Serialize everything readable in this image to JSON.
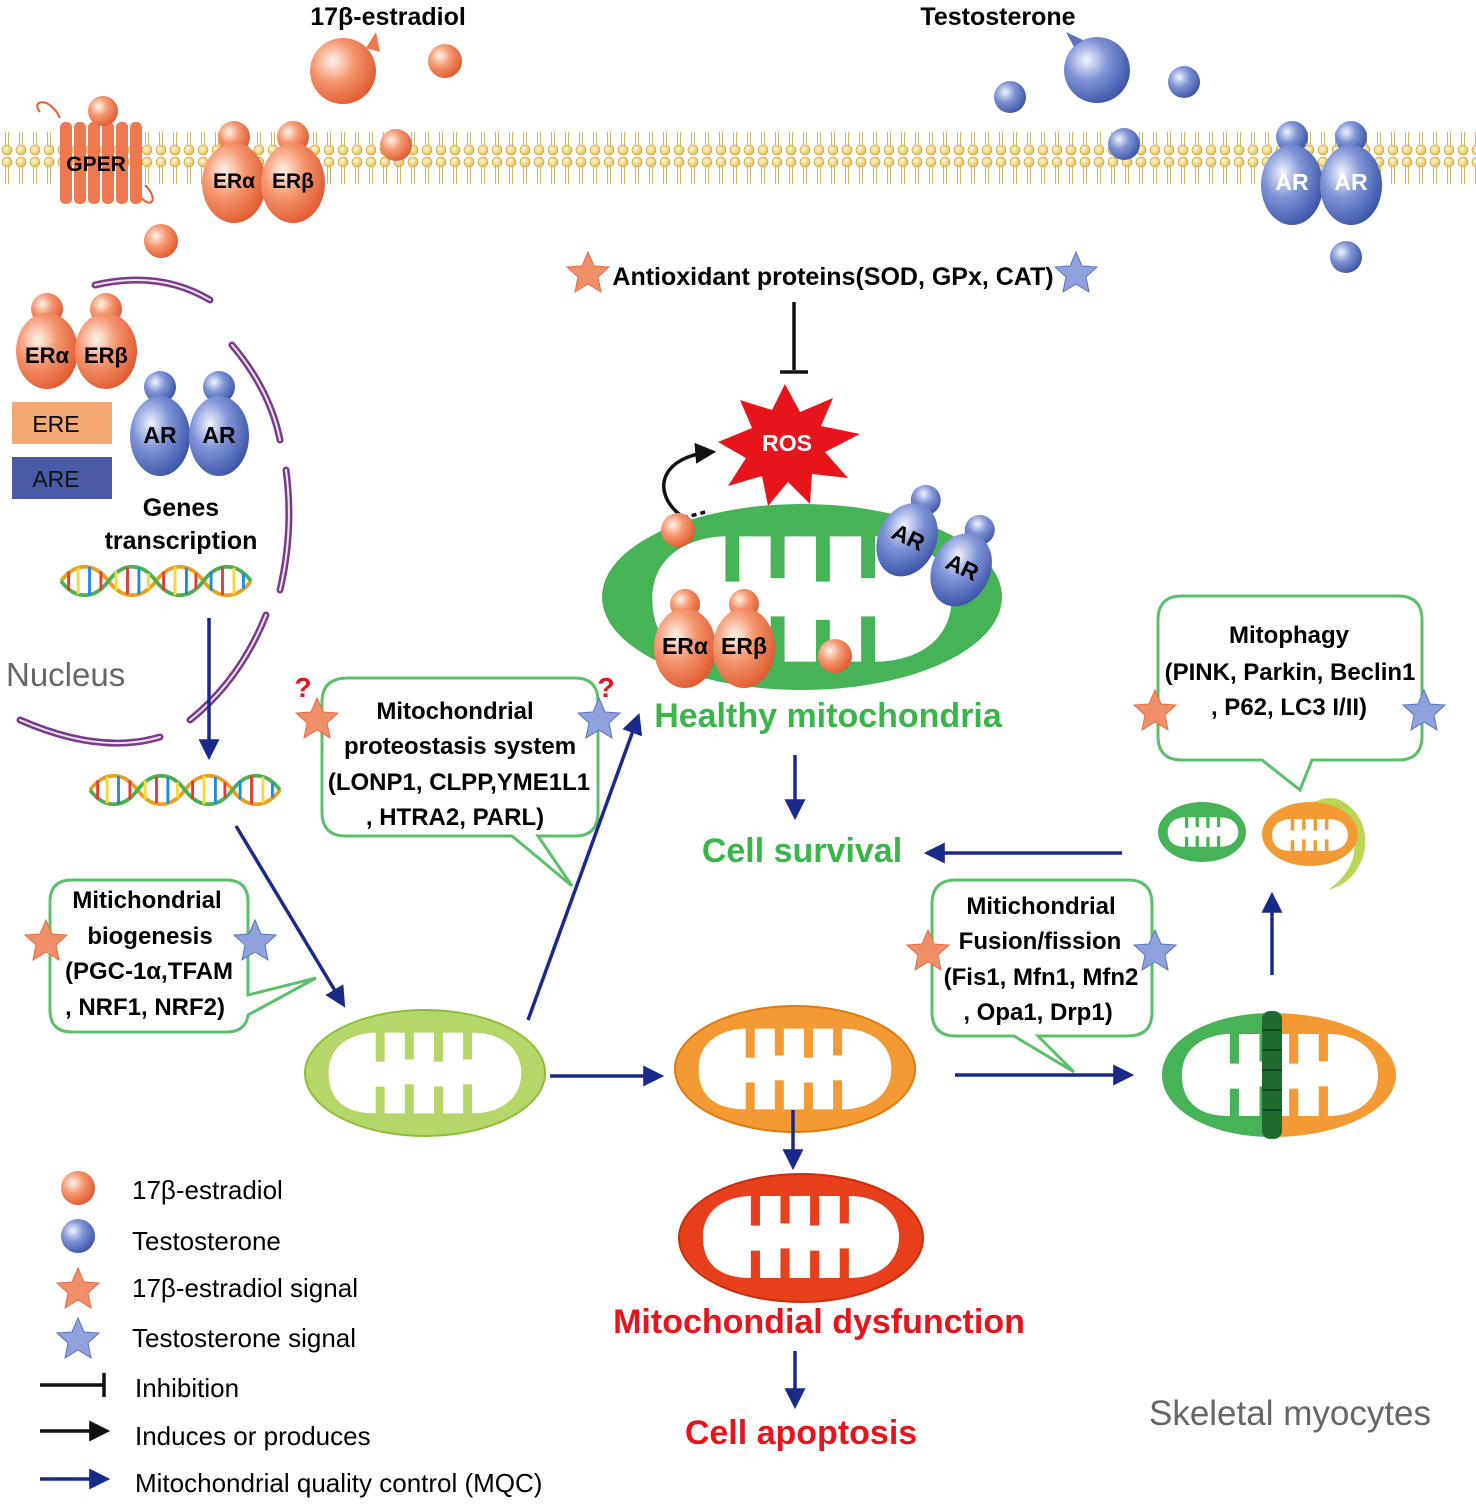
{
  "top": {
    "estradiol_title": "17β-estradiol",
    "testosterone_title": "Testosterone"
  },
  "receptors": {
    "gper": "GPER",
    "er_alpha": "ERα",
    "er_beta": "ERβ",
    "ar": "AR"
  },
  "nucleus": {
    "label": "Nucleus",
    "ere": "ERE",
    "are": "ARE",
    "genes_line1": "Genes",
    "genes_line2": "transcription"
  },
  "antioxidant": "Antioxidant proteins(SOD, GPx, CAT)",
  "ros": "ROS",
  "healthy_mito": "Healthy mitochondria",
  "cell_survival": "Cell survival",
  "proteostasis": {
    "question": "?",
    "lines": [
      "Mitochondrial",
      "proteostasis system",
      "(LONP1, CLPP,YME1L1",
      ", HTRA2, PARL)"
    ]
  },
  "biogenesis": {
    "lines": [
      "Mitichondrial",
      "biogenesis",
      "(PGC-1α,TFAM",
      ", NRF1, NRF2)"
    ]
  },
  "fusion": {
    "lines": [
      "Mitichondrial",
      "Fusion/fission",
      "(Fis1, Mfn1, Mfn2",
      ", Opa1, Drp1)"
    ]
  },
  "mitophagy": {
    "lines": [
      "Mitophagy",
      "(PINK, Parkin, Beclin1",
      ", P62, LC3 I/II)"
    ]
  },
  "dysfunction": "Mitochondial dysfunction",
  "apoptosis": "Cell apoptosis",
  "cell_type": "Skeletal myocytes",
  "legend": {
    "estradiol": "17β-estradiol",
    "testosterone": "Testosterone",
    "estradiol_signal": "17β-estradiol signal",
    "testosterone_signal": "Testosterone signal",
    "inhibition": "Inhibition",
    "induces": "Induces or produces",
    "mqc": "Mitochondrial quality control (MQC)"
  },
  "colors": {
    "estradiol": "#ee7850",
    "testosterone": "#5a72c0",
    "navy_arrow": "#1a2a8a",
    "healthy_green": "#3ab54a",
    "dysfunction_red": "#e8141c",
    "bubble_border": "#5cbf6a"
  }
}
